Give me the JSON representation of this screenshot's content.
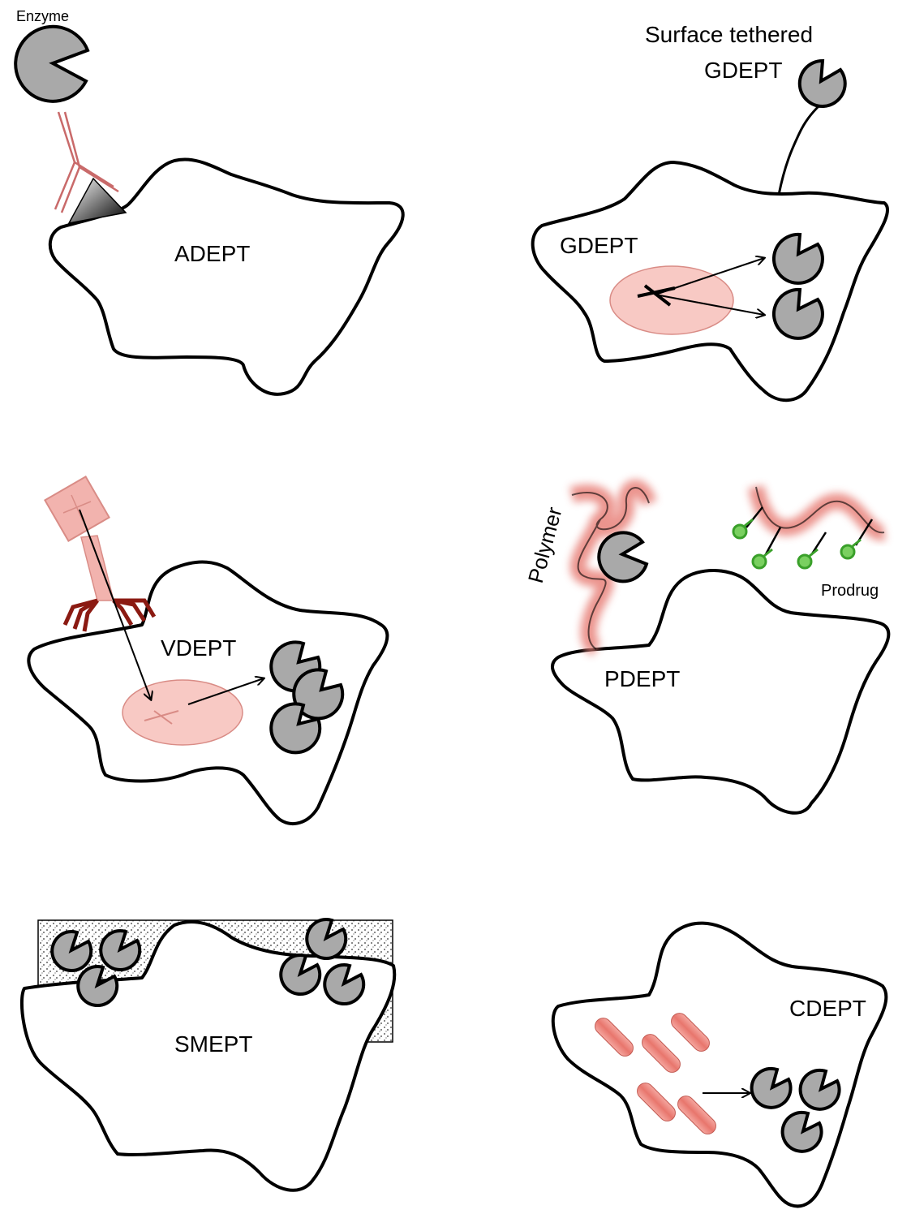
{
  "labels": {
    "enzyme": "Enzyme",
    "adept": "ADEPT",
    "surface_tethered_line1": "Surface tethered",
    "surface_tethered_line2": "GDEPT",
    "gdept": "GDEPT",
    "vdept": "VDEPT",
    "polymer": "Polymer",
    "prodrug": "Prodrug",
    "pdept": "PDEPT",
    "smept": "SMEPT",
    "cdept": "CDEPT"
  },
  "colors": {
    "enzyme_fill": "#a9a9a9",
    "outline": "#000000",
    "antibody": "#c96a6a",
    "nucleus_fill": "#f8c9c4",
    "nucleus_stroke": "#d98c86",
    "virus": "#f2b3ae",
    "virus_legs": "#8b1a12",
    "polymer_glow": "#e8827a",
    "prodrug_green": "#3aa02a",
    "stipple": "#9a9a9a"
  },
  "icons": {
    "enzyme": "pacman-shape",
    "antigen": "triangle-gradient",
    "arrow": "arrow-line"
  }
}
